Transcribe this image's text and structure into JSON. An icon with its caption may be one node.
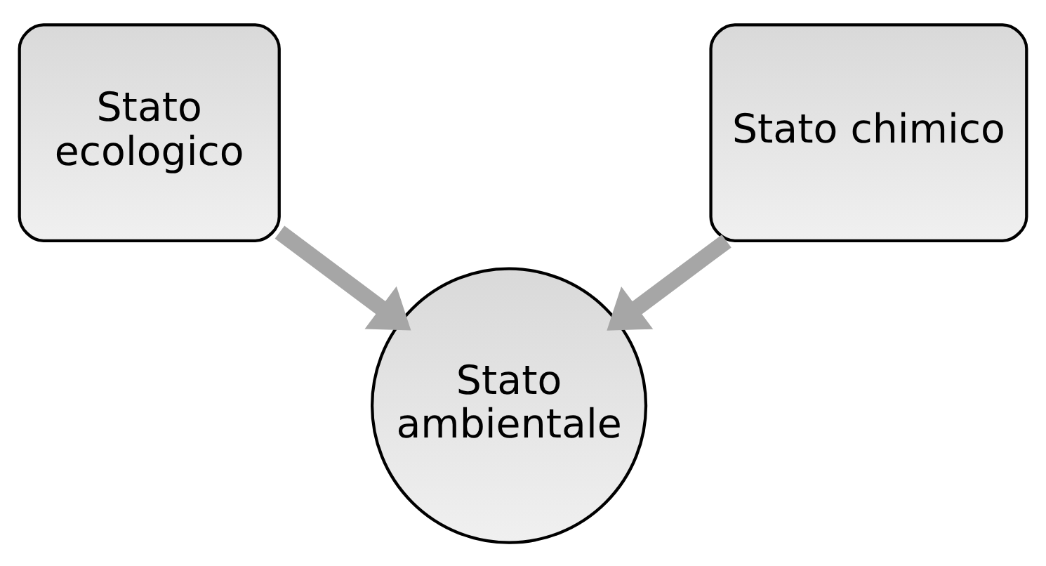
{
  "diagram": {
    "nodes": [
      {
        "text": [
          "Stato ecologico"
        ]
      },
      {
        "text": [
          "Stato chimico"
        ]
      },
      {
        "text": [
          "Stato ambientale"
        ]
      }
    ],
    "edges": [
      {
        "from": 0,
        "to": 2,
        "arrow": "to"
      },
      {
        "from": 1,
        "to": 2,
        "arrow": "to"
      }
    ]
  }
}
